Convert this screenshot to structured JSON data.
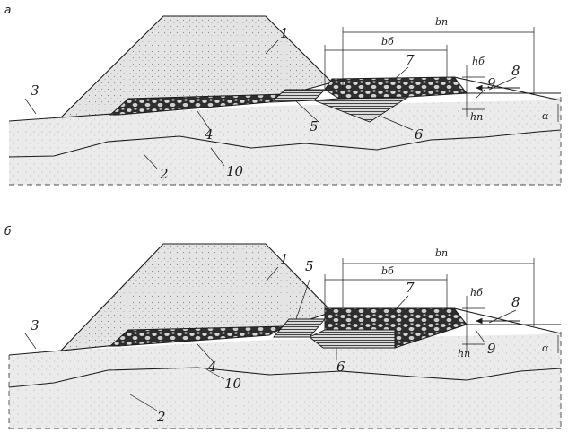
{
  "panels": [
    {
      "letter": "а",
      "labels": {
        "n1": "1",
        "n2": "2",
        "n3": "3",
        "n4": "4",
        "n5": "5",
        "n6": "6",
        "n7": "7",
        "n8": "8",
        "n9": "9",
        "n10": "10"
      },
      "dims": {
        "bp": "bп",
        "bb": "bб",
        "hb": "hб",
        "hp": "hп",
        "alpha": "α"
      }
    },
    {
      "letter": "б",
      "labels": {
        "n1": "1",
        "n2": "2",
        "n3": "3",
        "n4": "4",
        "n5": "5",
        "n6": "6",
        "n7": "7",
        "n8": "8",
        "n9": "9",
        "n10": "10"
      },
      "dims": {
        "bp": "bп",
        "bb": "bб",
        "hb": "hб",
        "hp": "hп",
        "alpha": "α"
      }
    }
  ],
  "colors": {
    "line": "#1a1a1a",
    "dam_fill": "#e6e6e6",
    "soil_fill": "#ececec",
    "gravel_fill": "#2b2b2b",
    "clay_fill": "#cfcfcf"
  }
}
